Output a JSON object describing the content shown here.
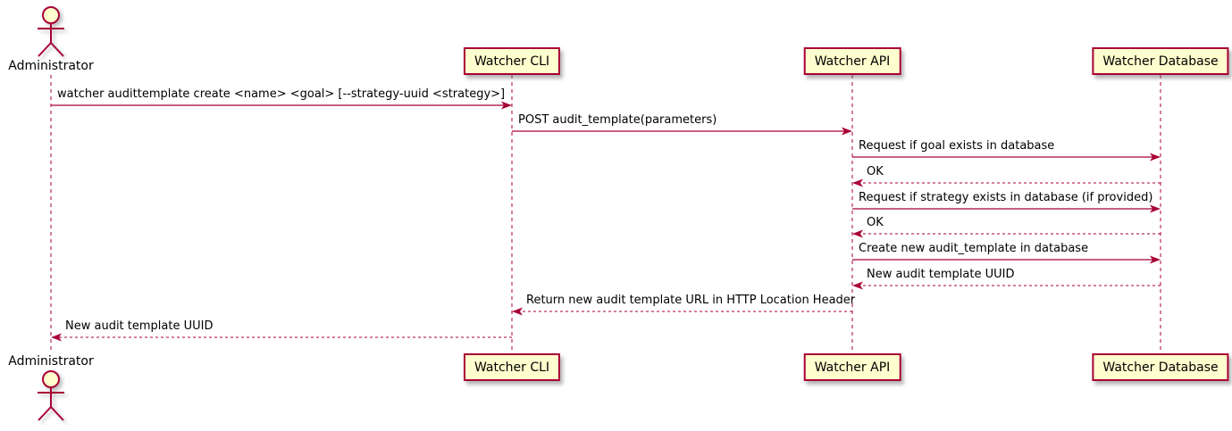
{
  "diagram": {
    "kind": "uml-sequence-diagram",
    "style": "plantuml-default",
    "colors": {
      "accent": "#A80036",
      "participant_fill": "#FEFECE",
      "background": "#FFFFFF",
      "text": "#000000"
    }
  },
  "participants": [
    {
      "id": "administrator",
      "name": "Administrator",
      "kind": "actor"
    },
    {
      "id": "watcher-cli",
      "name": "Watcher CLI",
      "kind": "participant"
    },
    {
      "id": "watcher-api",
      "name": "Watcher API",
      "kind": "participant"
    },
    {
      "id": "watcher-database",
      "name": "Watcher Database",
      "kind": "participant"
    }
  ],
  "messages": [
    {
      "from": "administrator",
      "to": "watcher-cli",
      "style": "solid",
      "text": "watcher audittemplate create <name> <goal> [--strategy-uuid <strategy>]"
    },
    {
      "from": "watcher-cli",
      "to": "watcher-api",
      "style": "solid",
      "text": "POST audit_template(parameters)"
    },
    {
      "from": "watcher-api",
      "to": "watcher-database",
      "style": "solid",
      "text": "Request if goal exists in database"
    },
    {
      "from": "watcher-database",
      "to": "watcher-api",
      "style": "dashed",
      "text": "OK"
    },
    {
      "from": "watcher-api",
      "to": "watcher-database",
      "style": "solid",
      "text": "Request if strategy exists in database (if provided)"
    },
    {
      "from": "watcher-database",
      "to": "watcher-api",
      "style": "dashed",
      "text": "OK"
    },
    {
      "from": "watcher-api",
      "to": "watcher-database",
      "style": "solid",
      "text": "Create new audit_template in database"
    },
    {
      "from": "watcher-database",
      "to": "watcher-api",
      "style": "dashed",
      "text": "New audit template UUID"
    },
    {
      "from": "watcher-api",
      "to": "watcher-cli",
      "style": "dashed",
      "text": "Return new audit template URL in HTTP Location Header"
    },
    {
      "from": "watcher-cli",
      "to": "administrator",
      "style": "dashed",
      "text": "New audit template UUID"
    }
  ]
}
